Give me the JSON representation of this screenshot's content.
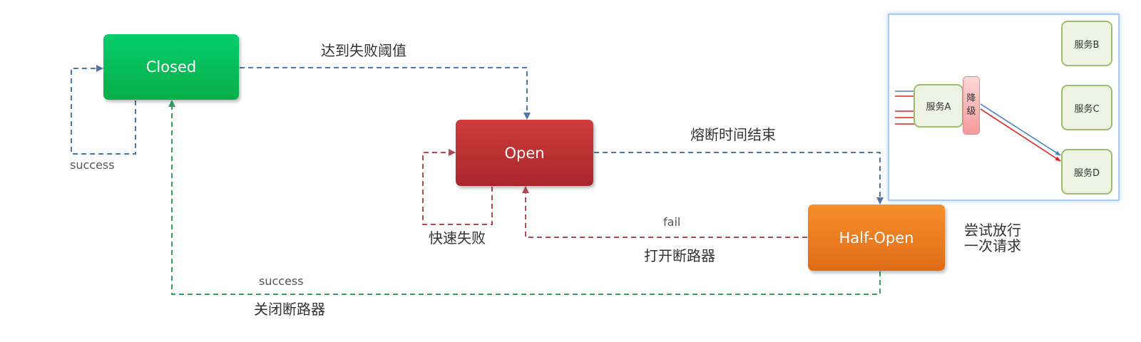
{
  "states": {
    "closed": {
      "label": "Closed",
      "color": "#08b650"
    },
    "open": {
      "label": "Open",
      "color": "#c13232"
    },
    "half_open": {
      "label": "Half-Open",
      "color": "#ec7c20"
    }
  },
  "transitions": {
    "closed_self": {
      "label": "success",
      "color": "#4f76ac"
    },
    "closed_to_open": {
      "label": "达到失败阈值",
      "color": "#4f76ac"
    },
    "open_self": {
      "label": "快速失败",
      "color": "#b04a55"
    },
    "open_to_half": {
      "label": "熔断时间结束",
      "color": "#4f76ac"
    },
    "half_to_open": {
      "label_top": "fail",
      "label_bottom": "打开断路器",
      "color": "#b04a55"
    },
    "half_to_closed": {
      "label_top": "success",
      "label_bottom": "关闭断路器",
      "color": "#2ea45e"
    }
  },
  "half_open_note": [
    "尝试放行",
    "一次请求"
  ],
  "inset": {
    "service_a": "服务A",
    "service_b": "服务B",
    "service_c": "服务C",
    "service_d": "服务D",
    "degrade": [
      "降",
      "级"
    ],
    "arrow_colors": {
      "normal": "#4a7fc1",
      "failed": "#e02020"
    }
  }
}
